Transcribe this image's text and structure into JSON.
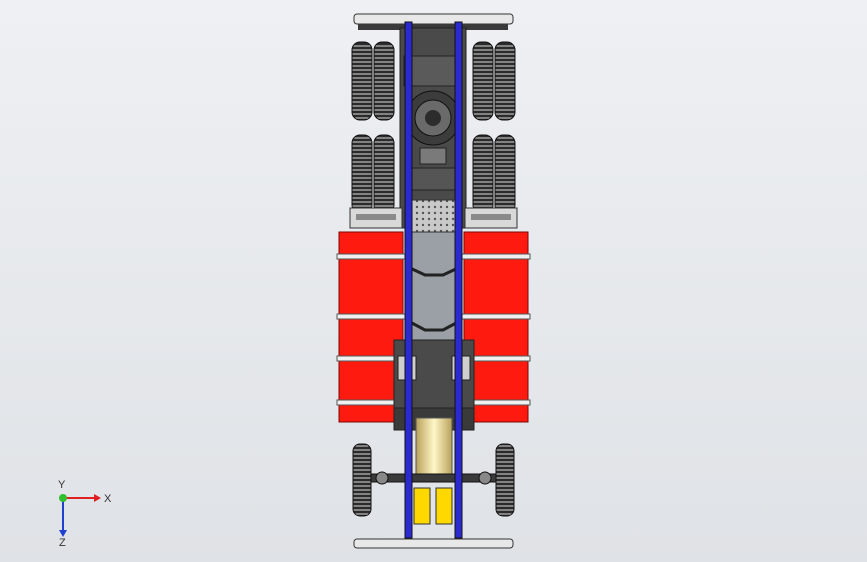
{
  "view": {
    "background_top": "#eef0f3",
    "background_bottom": "#dfe2e6"
  },
  "triad": {
    "x_label": "X",
    "y_label": "Y",
    "z_label": "Z",
    "x_color": "#e02020",
    "y_color": "#2fbf2f",
    "z_color": "#2040d0"
  },
  "colors": {
    "frame_rail": "#2a2ad0",
    "fuel_tank": "#ff1a10",
    "battery": "#ffd800",
    "dark_part": "#4a4a4a",
    "tire": "#2b2b2b",
    "bumper": "#e8e8e8"
  }
}
